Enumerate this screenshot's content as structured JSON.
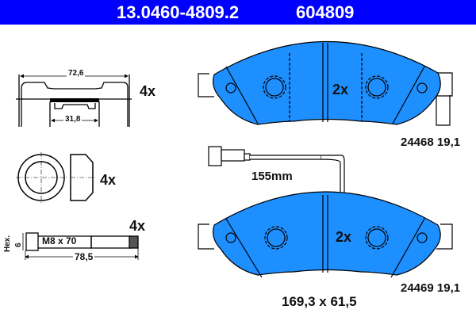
{
  "header": {
    "part_number": "13.0460-4809.2",
    "ean": "604809",
    "background_color": "#0000ff",
    "text_color": "#ffffff"
  },
  "accessories": {
    "clip": {
      "width_dimension": "72,6",
      "inner_dimension": "31,8",
      "quantity": "4x"
    },
    "sleeve": {
      "quantity": "4x"
    },
    "bolt": {
      "thread_label": "M8 x 70",
      "hex_label": "Hex.",
      "hex_size": "6",
      "length_dimension": "78,5",
      "quantity": "4x"
    }
  },
  "pads": {
    "fill_color": "#1e8fff",
    "upper": {
      "quantity": "2x",
      "wva_and_thickness": "24468 19,1"
    },
    "wear_sensor": {
      "length": "155mm"
    },
    "lower": {
      "quantity": "2x",
      "wva_and_thickness": "24469 19,1"
    },
    "dimensions": "169,3 x 61,5"
  }
}
